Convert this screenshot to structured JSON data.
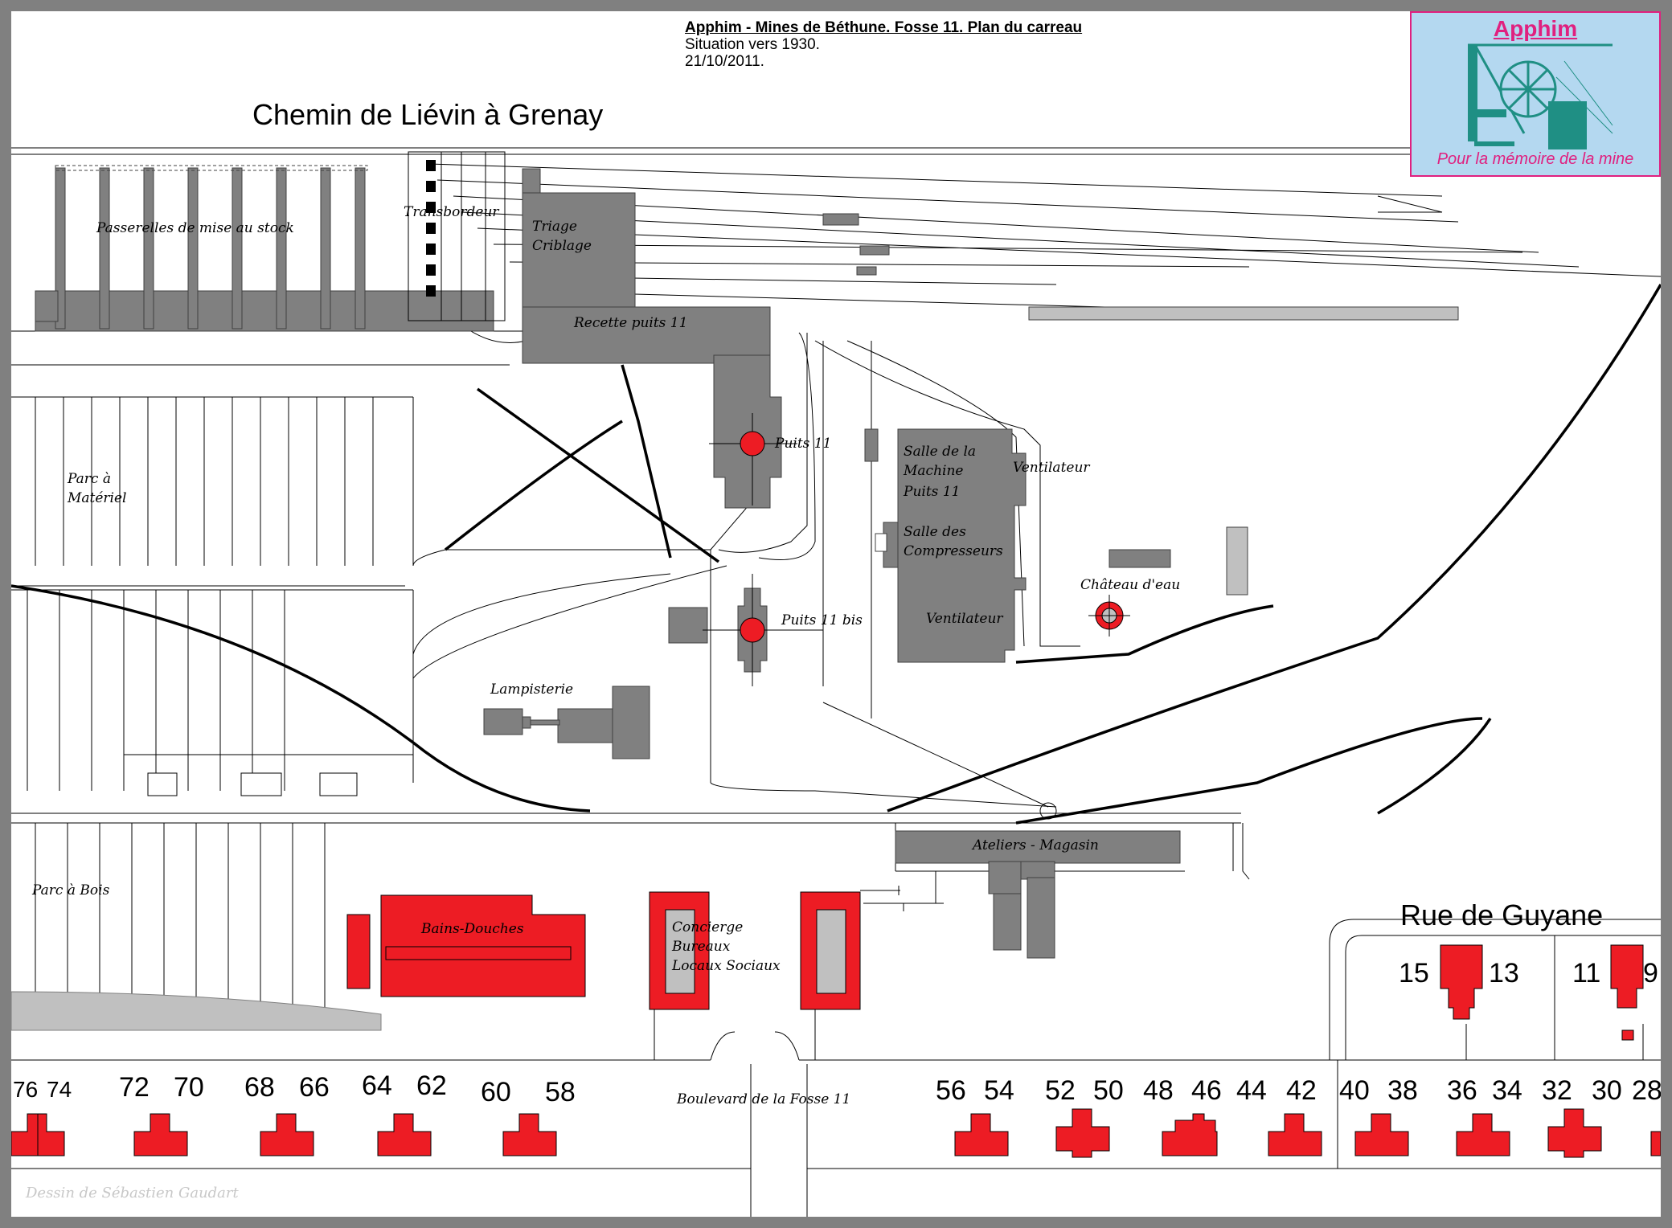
{
  "header": {
    "title": "Apphim - Mines de Béthune. Fosse 11. Plan du carreau",
    "situation": "Situation vers 1930.",
    "date": "21/10/2011."
  },
  "logo": {
    "title": "Apphim",
    "subtitle": "Pour la mémoire de la mine"
  },
  "roads": {
    "top": "Chemin de Liévin à Grenay",
    "right": "Rue de Guyane",
    "bottom": "Boulevard de la Fosse 11"
  },
  "labels": {
    "passerelles": "Passerelles de mise au stock",
    "transbordeur": "Transbordeur",
    "triage": "Triage",
    "criblage": "Criblage",
    "recette": "Recette puits 11",
    "puits11": "Puits 11",
    "puits11bis": "Puits 11 bis",
    "salle_machine_1": "Salle de la",
    "salle_machine_2": "Machine",
    "salle_machine_3": "Puits 11",
    "salle_comp_1": "Salle des",
    "salle_comp_2": "Compresseurs",
    "ventilateur_1": "Ventilateur",
    "ventilateur_2": "Ventilateur",
    "chateau": "Château d'eau",
    "parc_materiel_1": "Parc à",
    "parc_materiel_2": "Matériel",
    "lampisterie": "Lampisterie",
    "ateliers": "Ateliers - Magasin",
    "parc_bois": "Parc à Bois",
    "bains": "Bains-Douches",
    "concierge_1": "Concierge",
    "concierge_2": "Bureaux",
    "concierge_3": "Locaux Sociaux"
  },
  "house_numbers": {
    "boulevard": [
      "76",
      "74",
      "72",
      "70",
      "68",
      "66",
      "64",
      "62",
      "60",
      "58",
      "56",
      "54",
      "52",
      "50",
      "48",
      "46",
      "44",
      "42",
      "40",
      "38",
      "36",
      "34",
      "32",
      "30",
      "28"
    ],
    "guyane": [
      "15",
      "13",
      "11",
      "9"
    ]
  },
  "credit": "Dessin de Sébastien Gaudart",
  "colors": {
    "building": "#808080",
    "social_building": "#ed1c24",
    "light_grey": "#c0c0c0",
    "logo_bg": "#b4d8f0",
    "logo_accent": "#e0207f",
    "headframe": "#1f8f84"
  }
}
